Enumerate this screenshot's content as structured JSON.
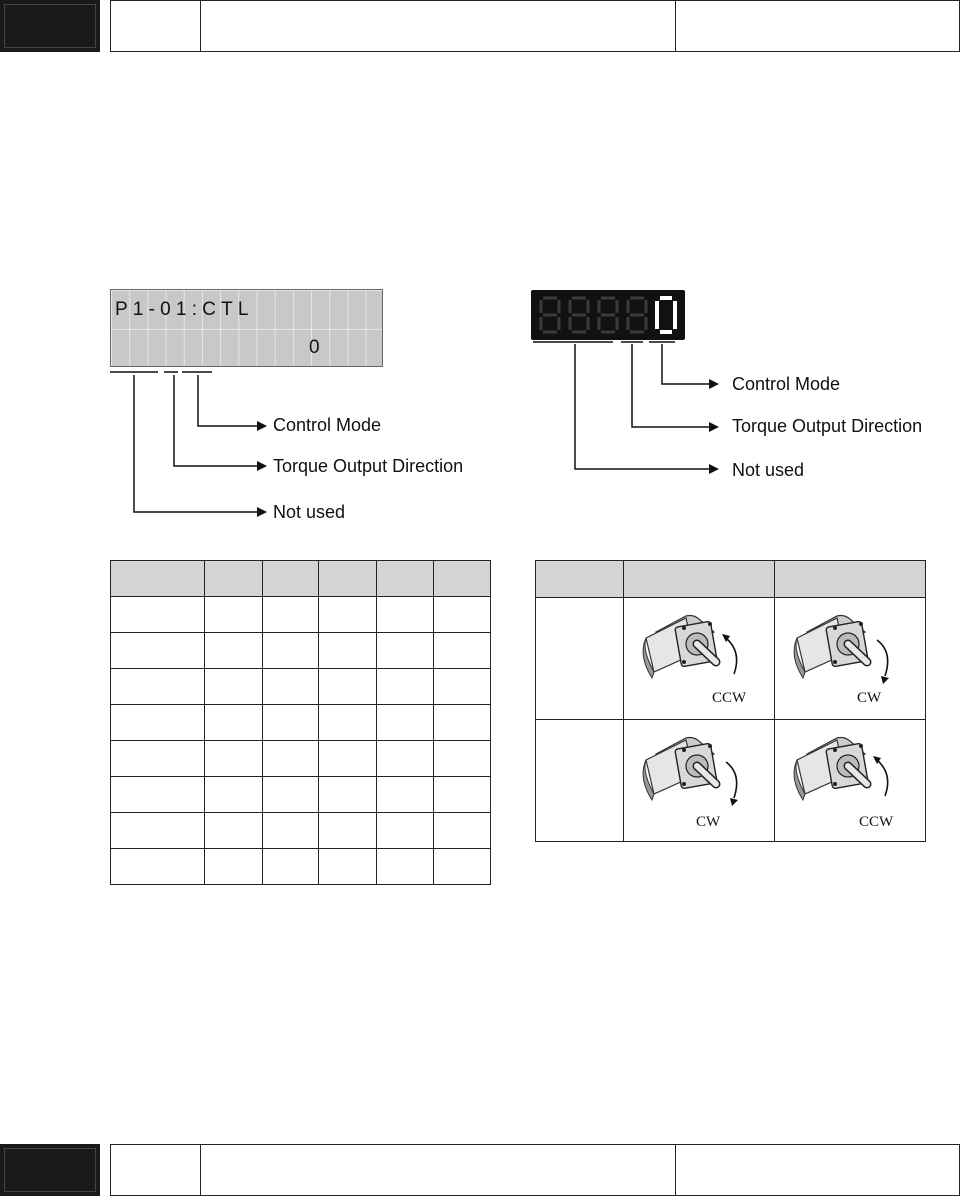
{
  "lcd": {
    "line1": "P1-01:CTL",
    "line2": "0"
  },
  "led": {
    "digits": [
      "8",
      "8",
      "8",
      "8",
      "0"
    ]
  },
  "lcd_labels": {
    "control_mode": "Control Mode",
    "torque_direction": "Torque Output Direction",
    "not_used": "Not used"
  },
  "led_labels": {
    "control_mode": "Control Mode",
    "torque_direction": "Torque Output Direction",
    "not_used": "Not used"
  },
  "motor_labels": {
    "r1c1": "CCW",
    "r1c2": "CW",
    "r2c1": "CW",
    "r2c2": "CCW"
  },
  "colors": {
    "header_fill": "#d4d4d4",
    "lcd_background": "#c8c8c8",
    "led_background": "#111111",
    "led_active": "#ffffff",
    "led_dim": "#3a3a3a"
  }
}
